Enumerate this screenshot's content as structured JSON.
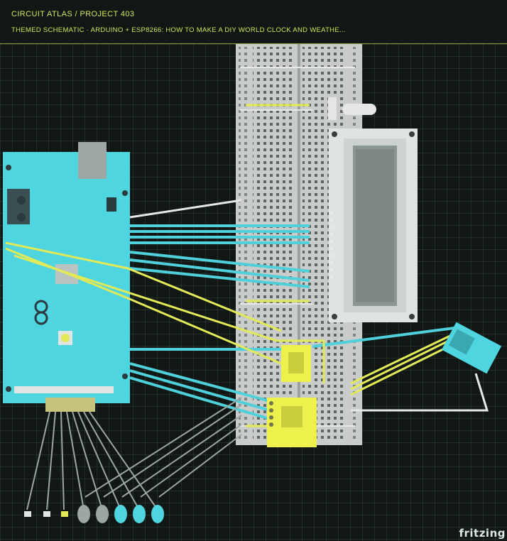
{
  "header": {
    "title": "CIRCUIT ATLAS / PROJECT 403",
    "subtitle": "THEMED SCHEMATIC · ARDUINO + ESP8266: HOW TO MAKE A DIY WORLD CLOCK AND WEATHE..."
  },
  "colors": {
    "background": "#101714",
    "accent": "#d6e55a",
    "board": "#4fd5df",
    "wire_cyan": "#4fd0da",
    "wire_yellow": "#e3ea57",
    "wire_white": "#e8e8e8",
    "module_yellow": "#eef04c",
    "lcd_body": "#dfe4e2",
    "lcd_screen": "#8a9692"
  },
  "components": {
    "arduino": "arduino-mega-board",
    "breadboard": "breadboard",
    "lcd": "lcd-16x2-display",
    "potentiometer": "potentiometer",
    "modules": [
      "rtc-module",
      "dht-sensor-module",
      "esp8266-module"
    ],
    "leds": [
      "grey-led",
      "grey-led",
      "cyan-led",
      "cyan-led",
      "cyan-led"
    ]
  },
  "watermark": "fritzing"
}
